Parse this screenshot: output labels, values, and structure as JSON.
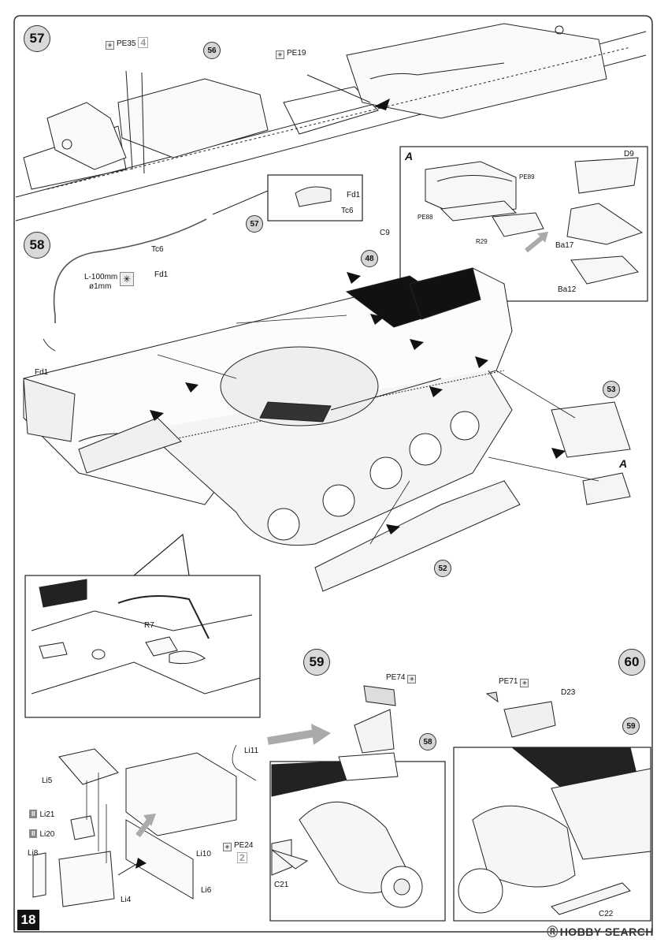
{
  "page_number": "18",
  "watermark": "HOBBY SEARCH",
  "steps": {
    "s57": "57",
    "s58": "58",
    "s59": "59",
    "s60": "60"
  },
  "refs": {
    "r56": "56",
    "r57": "57",
    "r48": "48",
    "r53": "53",
    "r52": "52",
    "r58": "58",
    "r59": "59"
  },
  "step57": {
    "pe35": "PE35",
    "pe35_qty": "4",
    "pe19": "PE19"
  },
  "step58": {
    "fd1_a": "Fd1",
    "tc6_a": "Tc6",
    "tc6_b": "Tc6",
    "fd1_b": "Fd1",
    "fd1_c": "Fd1",
    "wire_len": "L-100mm",
    "wire_dia": "ø1mm",
    "c9": "C9",
    "r7": "R7",
    "detail_A": {
      "mark": "A",
      "pe89": "PE89",
      "pe88": "PE88",
      "r29": "R29",
      "d9": "D9",
      "ba17": "Ba17",
      "ba12": "Ba12"
    },
    "mark_A": "A"
  },
  "sub_bottom": {
    "li5": "Li5",
    "li21": "Li21",
    "li20": "Li20",
    "li8": "Li8",
    "li4": "Li4",
    "li6": "Li6",
    "li10": "Li10",
    "li11": "Li11",
    "pe24": "PE24",
    "pe24_qty": "2",
    "badge": "II"
  },
  "step59": {
    "pe74": "PE74",
    "c21": "C21"
  },
  "step60": {
    "pe71": "PE71",
    "d23": "D23",
    "c22": "C22"
  }
}
